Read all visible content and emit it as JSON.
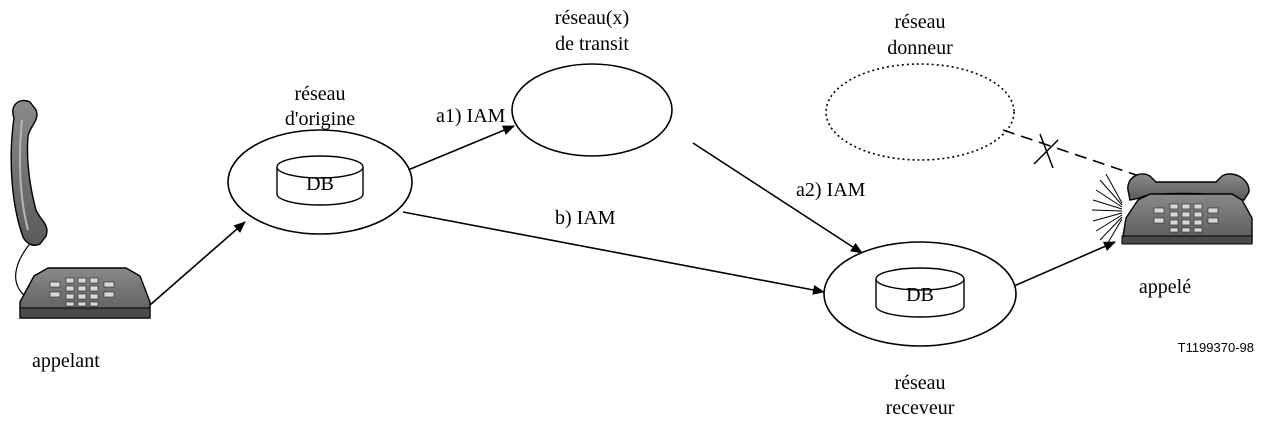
{
  "labels": {
    "caller_phone": "appelant",
    "callee_phone": "appelé",
    "origin_network_line1": "réseau",
    "origin_network_line2": "d'origine",
    "transit_network_line1": "réseau(x)",
    "transit_network_line2": "de transit",
    "donor_network_line1": "réseau",
    "donor_network_line2": "donneur",
    "recipient_network_line1": "réseau",
    "recipient_network_line2": "receveur",
    "db_origin": "DB",
    "db_recipient": "DB",
    "msg_a1": "a1) IAM",
    "msg_a2": "a2) IAM",
    "msg_b": "b) IAM",
    "figure_code": "T1199370-98"
  },
  "icons": {
    "caller": "telephone-with-handset-lifted-icon",
    "callee": "ringing-telephone-icon",
    "database": "database-cylinder-icon"
  }
}
